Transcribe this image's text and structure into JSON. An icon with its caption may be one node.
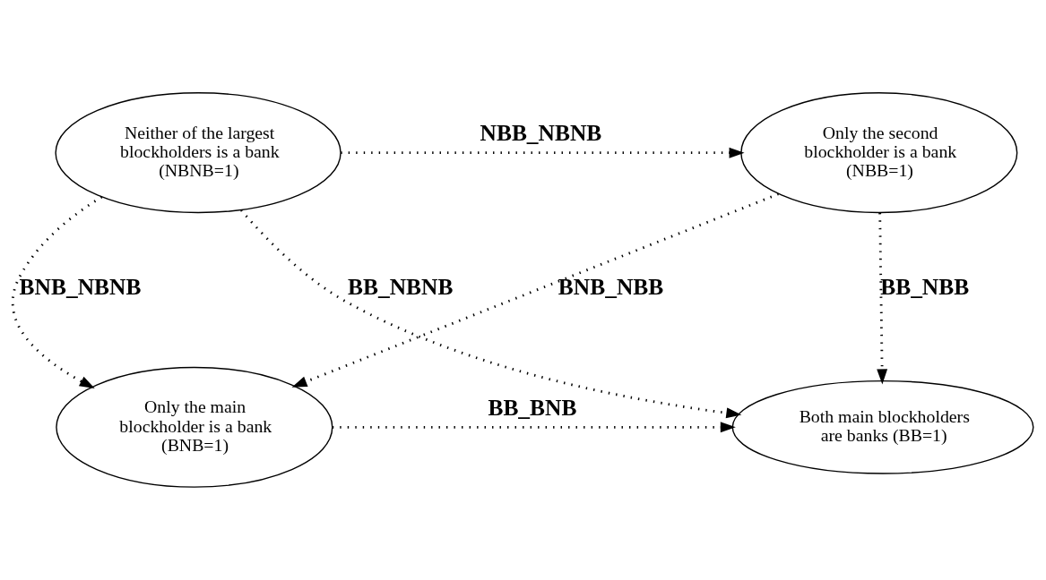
{
  "diagram": {
    "nodes": [
      {
        "text": [
          "Neither of the largest blockholders is a bank (NBNB=1)"
        ]
      },
      {
        "text": [
          "Only the second blockholder is a bank (NBB=1)"
        ]
      },
      {
        "text": [
          "Only the main blockholder is a bank (BNB=1)"
        ]
      },
      {
        "text": [
          "Both main blockholders are banks (BB=1)"
        ]
      }
    ],
    "edges": [
      {
        "from": 0,
        "to": 1,
        "arrow": "to",
        "label": "NBB_NBNB"
      },
      {
        "from": 0,
        "to": 3,
        "arrow": "to",
        "label": "BB_NBNB"
      },
      {
        "from": 1,
        "to": 2,
        "arrow": "to",
        "label": "BNB_NBB"
      },
      {
        "from": 0,
        "to": 2,
        "arrow": "to",
        "label": "BNB_NBNB"
      },
      {
        "from": 1,
        "to": 3,
        "arrow": "to",
        "label": "BB_NBB"
      },
      {
        "from": 2,
        "to": 3,
        "arrow": "to",
        "label": "BB_BNB"
      }
    ]
  }
}
